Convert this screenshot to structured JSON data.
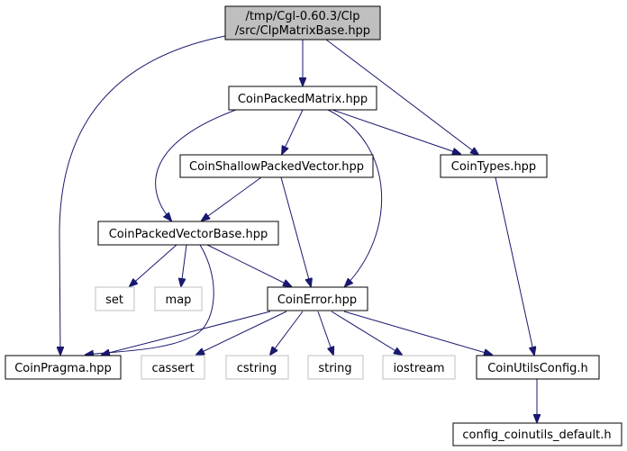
{
  "graph": {
    "colors": {
      "edge": "#191970",
      "root_fill": "#bfbfbf",
      "node_border": "#000000",
      "system_border": "#bfbfbf",
      "text": "#000000"
    },
    "nodes": {
      "root": {
        "lines": [
          "/tmp/Cgl-0.60.3/Clp",
          "/src/ClpMatrixBase.hpp"
        ],
        "kind": "root"
      },
      "packed_matrix": {
        "lines": [
          "CoinPackedMatrix.hpp"
        ],
        "kind": "file"
      },
      "shallow_vector": {
        "lines": [
          "CoinShallowPackedVector.hpp"
        ],
        "kind": "file"
      },
      "types": {
        "lines": [
          "CoinTypes.hpp"
        ],
        "kind": "file"
      },
      "vector_base": {
        "lines": [
          "CoinPackedVectorBase.hpp"
        ],
        "kind": "file"
      },
      "set": {
        "lines": [
          "set"
        ],
        "kind": "system"
      },
      "map": {
        "lines": [
          "map"
        ],
        "kind": "system"
      },
      "error": {
        "lines": [
          "CoinError.hpp"
        ],
        "kind": "file"
      },
      "pragma": {
        "lines": [
          "CoinPragma.hpp"
        ],
        "kind": "file"
      },
      "cassert": {
        "lines": [
          "cassert"
        ],
        "kind": "system"
      },
      "cstring": {
        "lines": [
          "cstring"
        ],
        "kind": "system"
      },
      "string": {
        "lines": [
          "string"
        ],
        "kind": "system"
      },
      "iostream": {
        "lines": [
          "iostream"
        ],
        "kind": "system"
      },
      "utils_config": {
        "lines": [
          "CoinUtilsConfig.h"
        ],
        "kind": "file"
      },
      "config_default": {
        "lines": [
          "config_coinutils_default.h"
        ],
        "kind": "file"
      }
    },
    "edges": [
      [
        "root",
        "packed_matrix"
      ],
      [
        "root",
        "types"
      ],
      [
        "root",
        "pragma"
      ],
      [
        "packed_matrix",
        "vector_base"
      ],
      [
        "packed_matrix",
        "shallow_vector"
      ],
      [
        "packed_matrix",
        "types"
      ],
      [
        "packed_matrix",
        "error"
      ],
      [
        "shallow_vector",
        "vector_base"
      ],
      [
        "shallow_vector",
        "error"
      ],
      [
        "vector_base",
        "set"
      ],
      [
        "vector_base",
        "map"
      ],
      [
        "vector_base",
        "error"
      ],
      [
        "vector_base",
        "pragma"
      ],
      [
        "error",
        "pragma"
      ],
      [
        "error",
        "cassert"
      ],
      [
        "error",
        "cstring"
      ],
      [
        "error",
        "string"
      ],
      [
        "error",
        "iostream"
      ],
      [
        "error",
        "utils_config"
      ],
      [
        "types",
        "utils_config"
      ],
      [
        "utils_config",
        "config_default"
      ]
    ]
  }
}
